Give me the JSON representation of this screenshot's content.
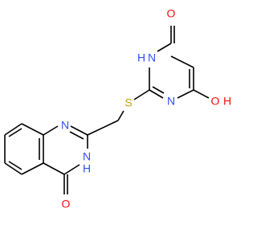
{
  "colors": {
    "bond": "#000000",
    "carbon": "#000000",
    "nitrogen": "#3050F8",
    "oxygen": "#FF0D0D",
    "sulfur": "#C8A000",
    "background": "#FFFFFF"
  },
  "molecule": {
    "labels": {
      "o_top": "O",
      "nh_pyrimidine": "H",
      "n_pyrimidine_nh": "N",
      "n_pyrimidine": "N",
      "s_bridge": "S",
      "oh_o": "O",
      "oh_h": "H",
      "n_quinaz": "N",
      "n_quinaz_nh": "N",
      "nh_quinaz": "H",
      "o_bottom": "O"
    }
  }
}
